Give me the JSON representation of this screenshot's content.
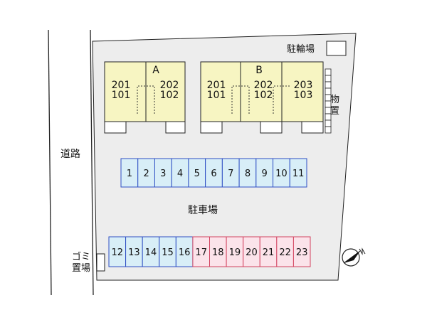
{
  "road_label": "道路",
  "parking_label": "駐車場",
  "bike_parking_label": "駐輪場",
  "storage_label_1": "物",
  "storage_label_2": "置",
  "garbage_label_1": "ゴミ",
  "garbage_label_2": "置場",
  "buildings": [
    {
      "name": "A",
      "units": [
        {
          "upper": "201",
          "lower": "101"
        },
        {
          "upper": "202",
          "lower": "102"
        }
      ]
    },
    {
      "name": "B",
      "units": [
        {
          "upper": "201",
          "lower": "101"
        },
        {
          "upper": "202",
          "lower": "102"
        },
        {
          "upper": "203",
          "lower": "103"
        }
      ]
    }
  ],
  "parking_row_top": [
    "1",
    "2",
    "3",
    "4",
    "5",
    "6",
    "7",
    "8",
    "9",
    "10",
    "11"
  ],
  "parking_row_bottom_blue": [
    "12",
    "13",
    "14",
    "15",
    "16"
  ],
  "parking_row_bottom_red": [
    "17",
    "18",
    "19",
    "20",
    "21",
    "22",
    "23"
  ],
  "colors": {
    "lot": "#ededed",
    "building": "#f7f5c2",
    "parking_blue_fill": "#d8eef7",
    "parking_blue_stroke": "#2f4fc4",
    "parking_red_fill": "#fbe3ea",
    "parking_red_stroke": "#d2425f"
  }
}
